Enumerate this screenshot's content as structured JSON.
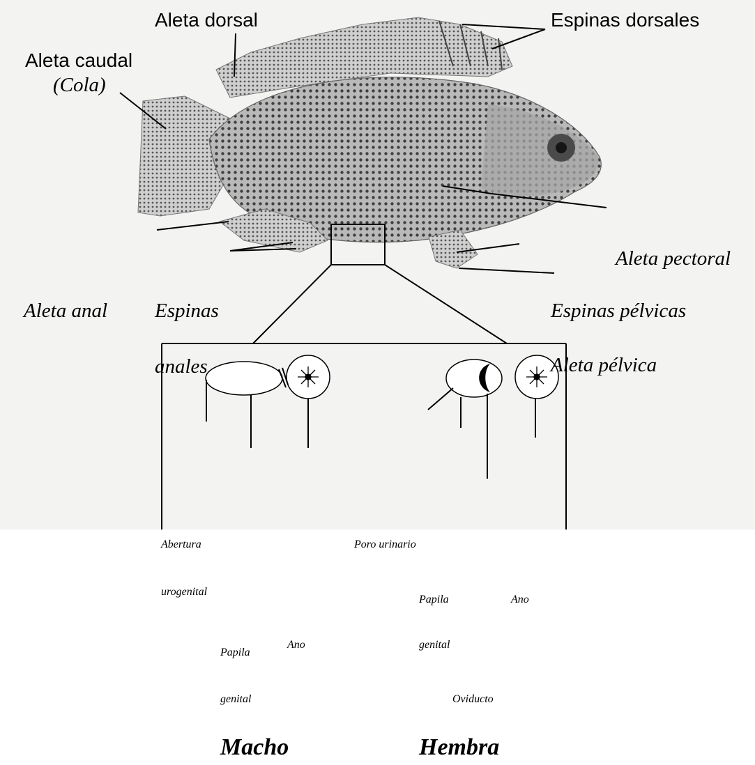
{
  "labels": {
    "aleta_dorsal": "Aleta dorsal",
    "espinas_dorsales": "Espinas dorsales",
    "aleta_caudal": "Aleta caudal",
    "cola": "(Cola)",
    "aleta_pectoral": "Aleta pectoral",
    "aleta_anal": "Aleta anal",
    "espinas": "Espinas",
    "anales": "anales",
    "espinas_pelvicas": "Espinas pélvicas",
    "aleta_pelvica": "Aleta pélvica"
  },
  "macho": {
    "abertura": "Abertura",
    "urogenital": "urogenital",
    "papila": "Papila",
    "genital": "genital",
    "ano": "Ano",
    "title": "Macho"
  },
  "hembra": {
    "poro_urinario": "Poro urinario",
    "papila": "Papila",
    "genital": "genital",
    "ano": "Ano",
    "oviducto": "Oviducto",
    "title": "Hembra"
  },
  "colors": {
    "background": "#ffffff",
    "photo_background": "#f3f3f1",
    "fish_body": "#8a8a8a",
    "ink": "#000000"
  }
}
